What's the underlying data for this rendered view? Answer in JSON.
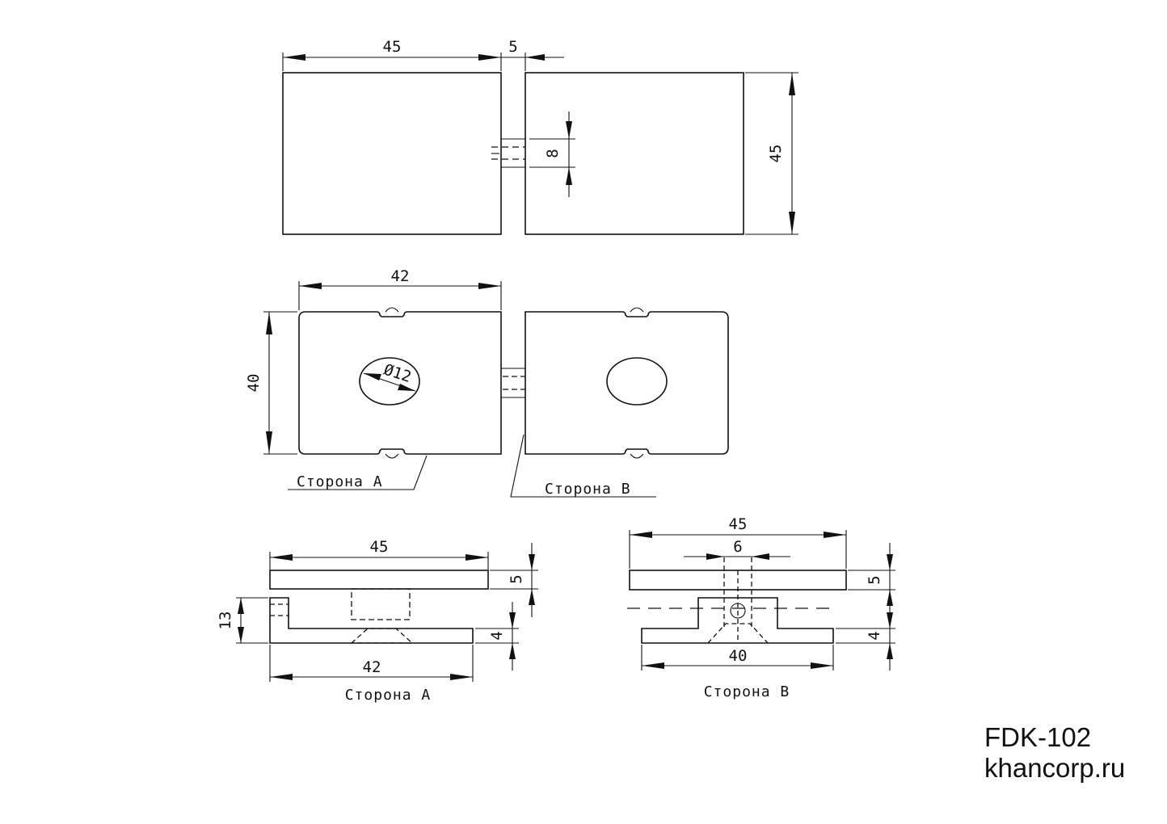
{
  "top_view": {
    "dim_width": "45",
    "dim_gap": "5",
    "dim_height": "45",
    "dim_pin": "8"
  },
  "front_view": {
    "dim_width": "42",
    "dim_height": "40",
    "dim_hole": "Ø12",
    "label_side_a": "Сторона A",
    "label_side_b": "Сторона B"
  },
  "section_a": {
    "dim_top_width": "45",
    "dim_plate": "5",
    "dim_total": "13",
    "dim_base": "4",
    "dim_bottom_width": "42",
    "label": "Сторона A"
  },
  "section_b": {
    "dim_top_width": "45",
    "dim_slot": "6",
    "dim_plate": "5",
    "dim_base": "4",
    "dim_bottom_width": "40",
    "label": "Сторона B"
  },
  "footer": {
    "model": "FDK-102",
    "site": "khancorp.ru"
  }
}
